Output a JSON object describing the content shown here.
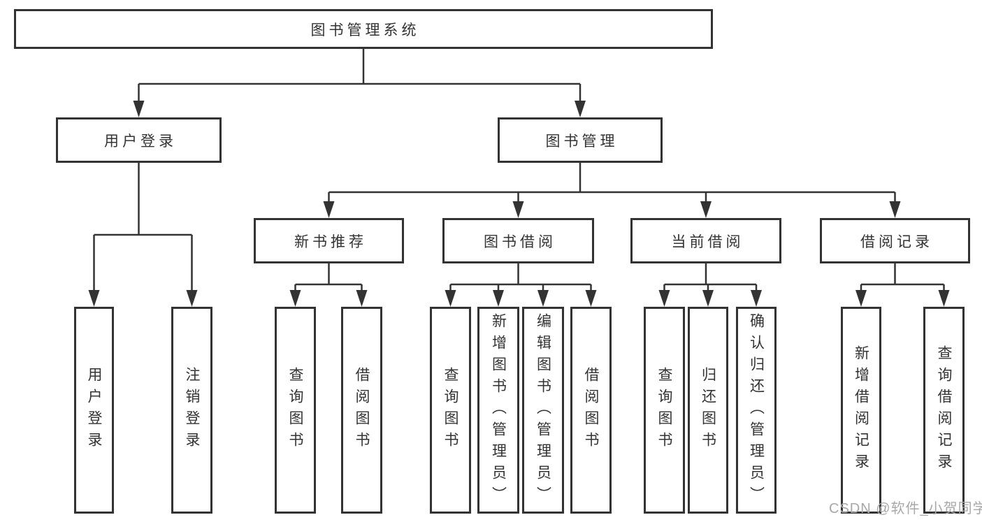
{
  "tree": {
    "root": {
      "label": "图书管理系统",
      "children": [
        {
          "label": "用户登录",
          "children": [
            {
              "label": "用户登录"
            },
            {
              "label": "注销登录"
            }
          ]
        },
        {
          "label": "图书管理",
          "children": [
            {
              "label": "新书推荐",
              "children": [
                {
                  "label": "查询图书"
                },
                {
                  "label": "借阅图书"
                }
              ]
            },
            {
              "label": "图书借阅",
              "children": [
                {
                  "label": "查询图书"
                },
                {
                  "label": "新增图书（管理员）"
                },
                {
                  "label": "编辑图书（管理员）"
                },
                {
                  "label": "借阅图书"
                }
              ]
            },
            {
              "label": "当前借阅",
              "children": [
                {
                  "label": "查询图书"
                },
                {
                  "label": "归还图书"
                },
                {
                  "label": "确认归还（管理员）"
                }
              ]
            },
            {
              "label": "借阅记录",
              "children": [
                {
                  "label": "新增借阅记录"
                },
                {
                  "label": "查询借阅记录"
                }
              ]
            }
          ]
        }
      ]
    }
  },
  "watermark": {
    "text": "CSDN @软件_小贺同学",
    "color": "#a8a8a8"
  },
  "colors": {
    "line": "#333333",
    "text": "#333333",
    "box_background": "#ffffff",
    "page_background": "#ffffff"
  }
}
